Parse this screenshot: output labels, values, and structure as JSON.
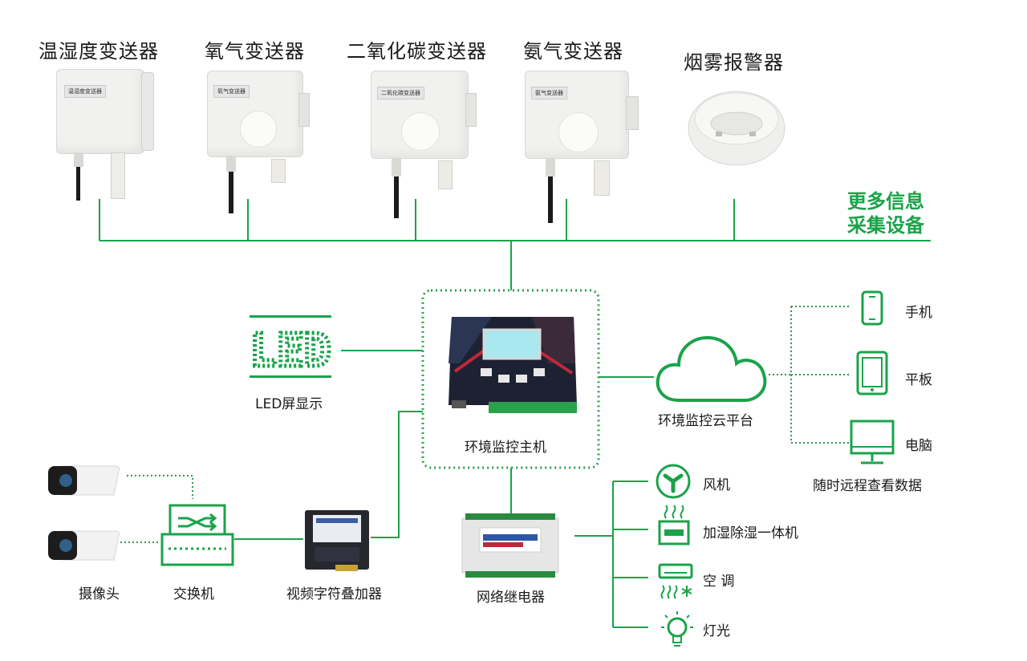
{
  "sensors": [
    {
      "title": "温湿度变送器",
      "badge": "温湿度变送器"
    },
    {
      "title": "氧气变送器",
      "badge": "氧气变送器"
    },
    {
      "title": "二氧化碳变送器",
      "badge": "二氧化碳变送器"
    },
    {
      "title": "氨气变送器",
      "badge": "氨气变送器"
    }
  ],
  "smoke_alarm": {
    "title": "烟雾报警器"
  },
  "more_devices": {
    "line1": "更多信息",
    "line2": "采集设备"
  },
  "led": {
    "text": "LED",
    "label": "LED屏显示"
  },
  "host": {
    "label": "环境监控主机"
  },
  "cloud": {
    "label": "环境监控云平台"
  },
  "terminals": {
    "phone": "手机",
    "tablet": "平板",
    "computer": "电脑",
    "caption": "随时远程查看数据"
  },
  "camera": {
    "label": "摄像头"
  },
  "switch": {
    "label": "交换机"
  },
  "osd": {
    "label": "视频字符叠加器"
  },
  "relay": {
    "label": "网络继电器"
  },
  "outputs": {
    "fan": "风机",
    "humidifier": "加湿除湿一体机",
    "ac": "空 调",
    "light": "灯光"
  },
  "colors": {
    "accent": "#1aa34a",
    "dotted": "#2a9d55"
  }
}
